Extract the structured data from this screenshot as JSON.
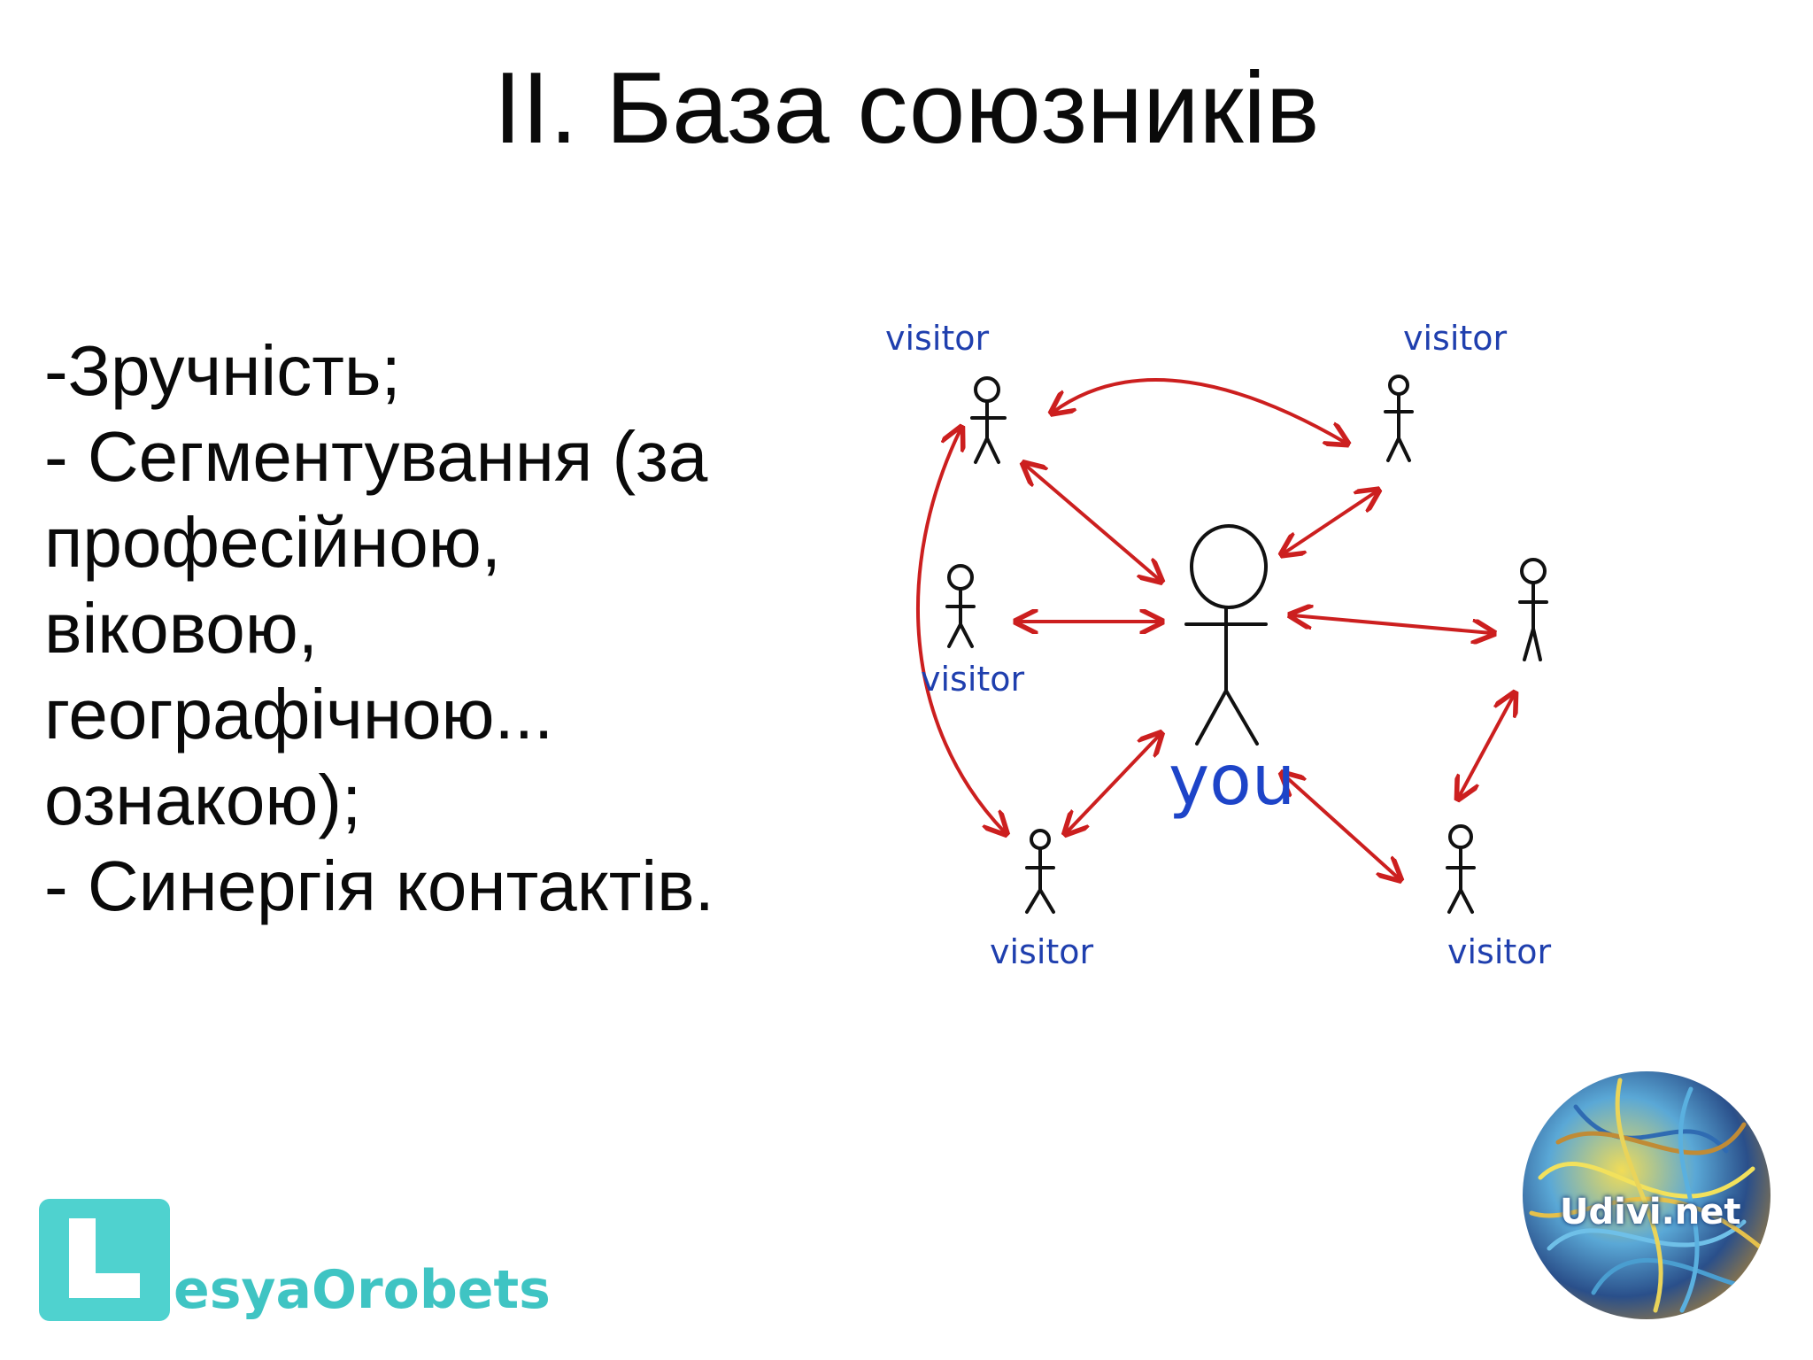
{
  "slide": {
    "title": "ІІ. База союзників",
    "bullets": [
      "-Зручність;",
      "- Сегментування (за",
      "професійною,",
      "віковою,",
      "географічною...",
      "ознакою);",
      "- Синергія контактів."
    ]
  },
  "diagram": {
    "center_label": "you",
    "visitor_labels": [
      "visitor",
      "visitor",
      "visitor",
      "visitor",
      "visitor"
    ],
    "colors": {
      "arrow": "#cc1f1f",
      "label": "#1f3fae",
      "you": "#1d44c8"
    }
  },
  "branding": {
    "left_logo_text": "esyaOrobets",
    "right_logo_text": "Udivi.net"
  }
}
